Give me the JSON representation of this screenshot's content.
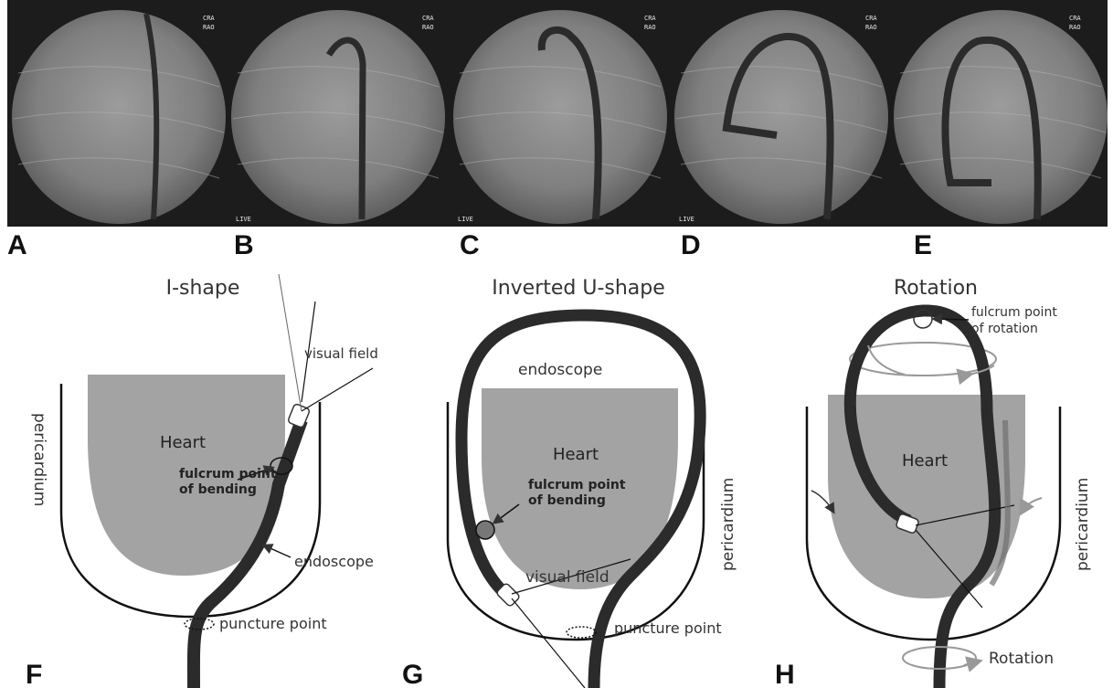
{
  "panels": {
    "A": "A",
    "B": "B",
    "C": "C",
    "D": "D",
    "E": "E",
    "F": "F",
    "G": "G",
    "H": "H"
  },
  "xray_overlay": {
    "orientation_1": "CRA",
    "orientation_2": "RAO",
    "live": "LIVE"
  },
  "diagram_f": {
    "title": "I-shape",
    "heart": "Heart",
    "visual_field": "visual field",
    "fulcrum_line1": "fulcrum point",
    "fulcrum_line2": "of bending",
    "endoscope": "endoscope",
    "puncture": "puncture point",
    "pericardium": "pericardium"
  },
  "diagram_g": {
    "title": "Inverted U-shape",
    "endoscope": "endoscope",
    "heart": "Heart",
    "fulcrum_line1": "fulcrum point",
    "fulcrum_line2": "of bending",
    "visual_field": "visual field",
    "puncture": "puncture point",
    "pericardium": "pericardium"
  },
  "diagram_h": {
    "title": "Rotation",
    "fulcrum_line1": "fulcrum point",
    "fulcrum_line2": "of rotation",
    "heart": "Heart",
    "pericardium": "pericardium",
    "rotation": "Rotation"
  },
  "colors": {
    "heart": "#a3a3a3",
    "endoscope": "#2b2b2b",
    "xray_bg": "#1c1c1c",
    "xray_field": "#8a8a8a"
  }
}
